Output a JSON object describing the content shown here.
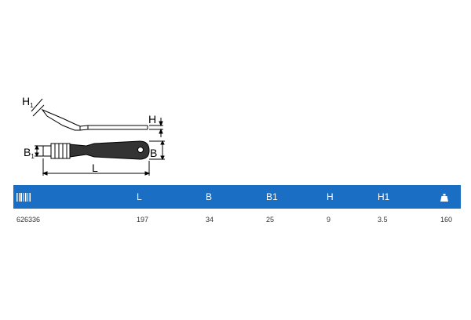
{
  "drawing": {
    "labels": {
      "h1": "H",
      "h1_sub": "1",
      "h": "H",
      "b1": "B",
      "b1_sub": "1",
      "b": "B",
      "l": "L"
    }
  },
  "table": {
    "columns": [
      {
        "label": "",
        "icon": "barcode-icon"
      },
      {
        "label": "L"
      },
      {
        "label": "B"
      },
      {
        "label": "B1"
      },
      {
        "label": "H"
      },
      {
        "label": "H1"
      },
      {
        "label": "",
        "icon": "weight-icon"
      }
    ],
    "rows": [
      {
        "code": "626336",
        "l": "197",
        "b": "34",
        "b1": "25",
        "h": "9",
        "h1": "3.5",
        "weight": "160"
      }
    ]
  },
  "colors": {
    "header_bg": "#1a6fc4",
    "header_text": "#ffffff"
  }
}
